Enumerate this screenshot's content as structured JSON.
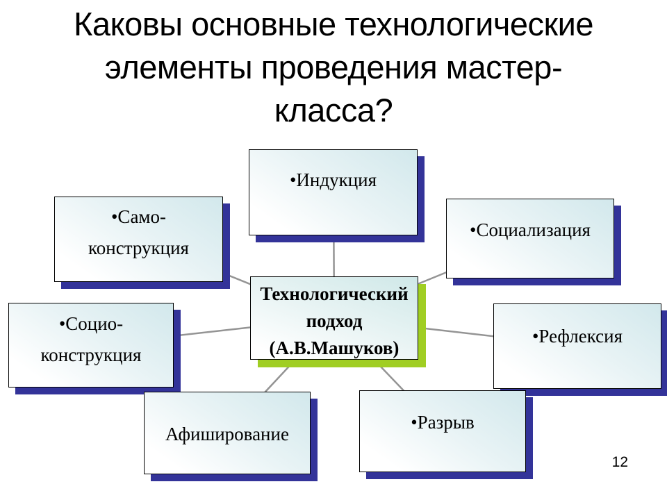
{
  "slide": {
    "title_lines": [
      "Каковы основные технологические",
      "элементы проведения мастер-",
      "класса?"
    ],
    "page_number": "12"
  },
  "diagram": {
    "center": {
      "lines": [
        "Технологический",
        "подход",
        "(А.В.Машуков)"
      ]
    },
    "nodes": [
      {
        "id": "induction",
        "lines": [
          "•Индукция"
        ]
      },
      {
        "id": "samo-construction",
        "lines": [
          "•Само-",
          "конструкция"
        ]
      },
      {
        "id": "socialization",
        "lines": [
          "•Социализация"
        ]
      },
      {
        "id": "socio-construction",
        "lines": [
          "•Социо-",
          "конструкция"
        ]
      },
      {
        "id": "reflection",
        "lines": [
          "•Рефлексия"
        ]
      },
      {
        "id": "advertisement",
        "lines": [
          "Афиширование"
        ]
      },
      {
        "id": "rupture",
        "lines": [
          "•Разрыв"
        ]
      }
    ]
  },
  "colors": {
    "background": "#ffffff",
    "title_text": "#000000",
    "box_border": "#000000",
    "box_gradient_top": "#d2e8ec",
    "box_gradient_bottom": "#ffffff",
    "node_shadow_navy": "#333399",
    "center_shadow_green": "#a0ce23",
    "connector_gray": "#949494"
  }
}
